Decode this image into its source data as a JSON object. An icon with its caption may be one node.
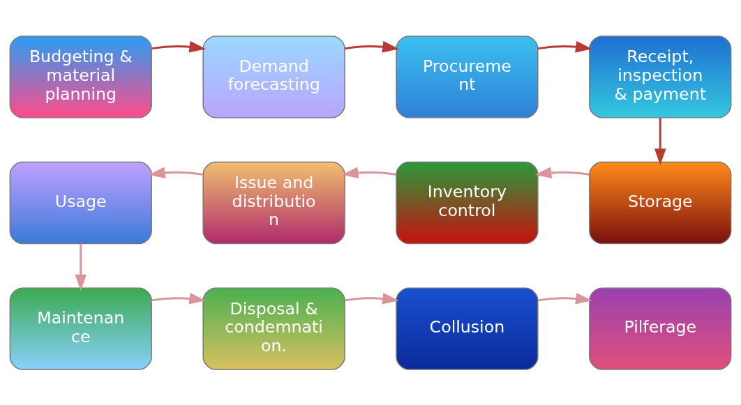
{
  "diagram": {
    "nodes": [
      {
        "text": [
          "Budgeting & material planning"
        ]
      },
      {
        "text": [
          "Demand forecasting"
        ]
      },
      {
        "text": [
          "Procureme nt"
        ]
      },
      {
        "text": [
          "Receipt, inspection & payment"
        ]
      },
      {
        "text": [
          "Storage"
        ]
      },
      {
        "text": [
          "Inventory control"
        ]
      },
      {
        "text": [
          "Issue and distributio n"
        ]
      },
      {
        "text": [
          "Usage"
        ]
      },
      {
        "text": [
          "Maintenan ce"
        ]
      },
      {
        "text": [
          "Disposal & condemnati on."
        ]
      },
      {
        "text": [
          "Collusion"
        ]
      },
      {
        "text": [
          "Pilferage"
        ]
      }
    ],
    "edges": [
      {
        "from": 0,
        "to": 1,
        "arrow": "to",
        "color": "#b83a35"
      },
      {
        "from": 1,
        "to": 2,
        "arrow": "to",
        "color": "#b83a35"
      },
      {
        "from": 2,
        "to": 3,
        "arrow": "to",
        "color": "#b83a35"
      },
      {
        "from": 3,
        "to": 4,
        "arrow": "to",
        "color": "#b83a35"
      },
      {
        "from": 4,
        "to": 5,
        "arrow": "to"
      },
      {
        "from": 5,
        "to": 6,
        "arrow": "to"
      },
      {
        "from": 6,
        "to": 7,
        "arrow": "to"
      },
      {
        "from": 7,
        "to": 8,
        "arrow": "to"
      },
      {
        "from": 8,
        "to": 9,
        "arrow": "to"
      },
      {
        "from": 9,
        "to": 10,
        "arrow": "to"
      },
      {
        "from": 10,
        "to": 11,
        "arrow": "to"
      }
    ]
  }
}
